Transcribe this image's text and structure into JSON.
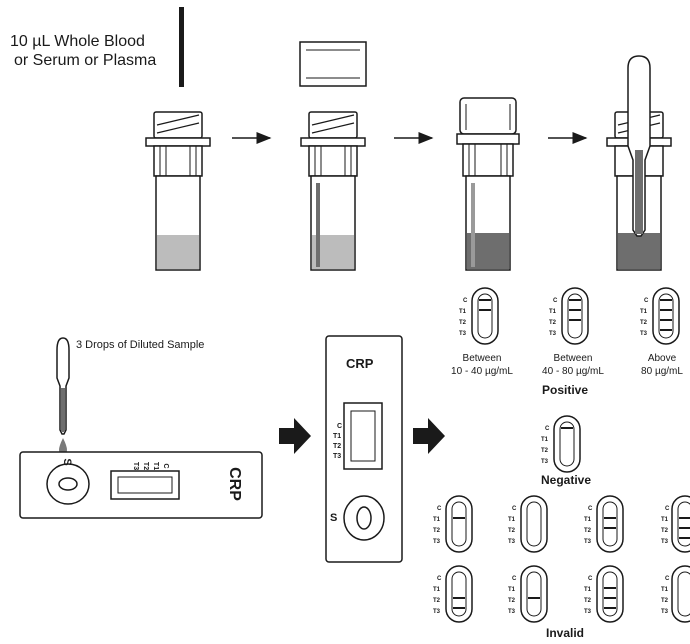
{
  "sample_label": {
    "line1": "10 µL Whole Blood",
    "line2": "or Serum or Plasma"
  },
  "drops_label": "3 Drops of Diluted Sample",
  "cassette": {
    "name": "CRP",
    "well_letter": "S",
    "lines": [
      "C",
      "T1",
      "T2",
      "T3"
    ]
  },
  "results": {
    "positive_heading": "Positive",
    "negative_heading": "Negative",
    "invalid_heading": "Invalid",
    "positive_cases": [
      {
        "line1": "Between",
        "line2": "10 - 40 µg/mL"
      },
      {
        "line1": "Between",
        "line2": "40 - 80 µg/mL"
      },
      {
        "line1": "Above",
        "line2": "80 µg/mL"
      }
    ]
  },
  "colors": {
    "ink": "#1a1a1a",
    "light_liquid": "#bcbcbc",
    "dark_liquid": "#6e6e6e",
    "drop": "#7a7a7a"
  }
}
